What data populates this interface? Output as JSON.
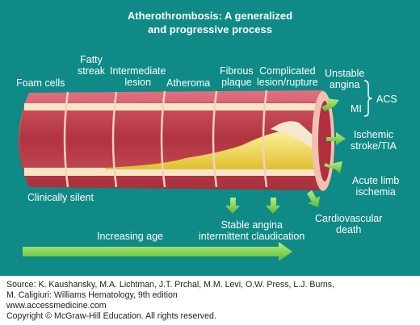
{
  "figure": {
    "title_line1": "Atherothrombosis: A generalized",
    "title_line2": "and progressive process",
    "stages": [
      "Foam cells",
      "Fatty streak",
      "Intermediate lesion",
      "Atheroma",
      "Fibrous plaque",
      "Complicated lesion/rupture"
    ],
    "stage_lines": {
      "foam": [
        "Foam cells"
      ],
      "fatty": [
        "Fatty",
        "streak"
      ],
      "intermediate": [
        "Intermediate",
        "lesion"
      ],
      "atheroma": [
        "Atheroma"
      ],
      "fibrous": [
        "Fibrous",
        "plaque"
      ],
      "complicated": [
        "Complicated",
        "lesion/rupture"
      ]
    },
    "outcomes": {
      "unstable": [
        "Unstable",
        "angina"
      ],
      "mi": "MI",
      "acs": "ACS",
      "stroke": [
        "Ischemic",
        "stroke/TIA"
      ],
      "limb": [
        "Acute limb",
        "ischemia"
      ],
      "cv_death": [
        "Cardiovascular",
        "death"
      ],
      "stable": [
        "Stable angina",
        "intermittent claudication"
      ]
    },
    "clinically_silent": "Clinically silent",
    "increasing_age": "Increasing age"
  },
  "caption": {
    "lines": [
      "Source: K. Kaushansky, M.A. Lichtman, J.T. Prchal, M.M. Levi, O.W. Press, L.J. Burns,",
      "M. Caligiuri: Williams Hematology, 9th edition",
      "www.accessmedicine.com",
      "Copyright © McGraw-Hill Education.  All rights reserved."
    ]
  },
  "colors": {
    "background": "#0f8a86",
    "vessel_wall": "#c94a5a",
    "lumen": "#b2343f",
    "plaque": "#f0d84a",
    "arrow": "#8bdc57"
  }
}
